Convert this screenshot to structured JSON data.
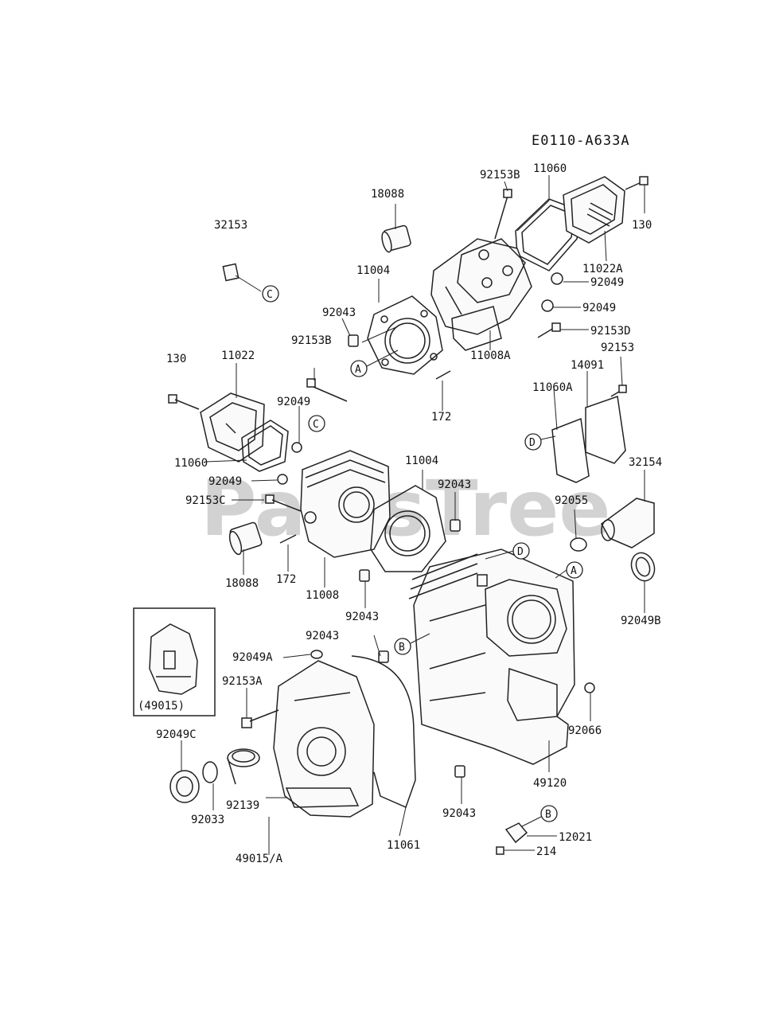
{
  "reference_code": "E0110-A633A",
  "watermark": "PartsTree",
  "inset_label": "(49015)",
  "callouts": {
    "a": "A",
    "b": "B",
    "c": "C",
    "d": "D"
  },
  "part_labels": {
    "p32153": "32153",
    "p18088_top": "18088",
    "p92153B_top": "92153B",
    "p11060_top": "11060",
    "p130_right": "130",
    "p11022A": "11022A",
    "p92049_r1": "92049",
    "p92049_r2": "92049",
    "p92153D": "92153D",
    "p11004_top": "11004",
    "p92043_top": "92043",
    "p92153B_left": "92153B",
    "p11008A": "11008A",
    "p92153_right": "92153",
    "p14091": "14091",
    "p11060A": "11060A",
    "p172_top": "172",
    "p130_left": "130",
    "p11022": "11022",
    "p92049_mid": "92049",
    "p11060_left": "11060",
    "p92049_left": "92049",
    "p92153C": "92153C",
    "p11004_mid": "11004",
    "p92043_mid": "92043",
    "p32154": "32154",
    "p92055": "92055",
    "p18088_bottom": "18088",
    "p172_bottom": "172",
    "p11008": "11008",
    "p92043_low": "92043",
    "p92049B": "92049B",
    "p92043_left": "92043",
    "p92049A": "92049A",
    "p92153A": "92153A",
    "p92049C": "92049C",
    "p92066": "92066",
    "p49120": "49120",
    "p92139": "92139",
    "p92033": "92033",
    "p92043_bottom": "92043",
    "p12021": "12021",
    "p11061": "11061",
    "p214": "214",
    "p49015A": "49015/A"
  }
}
